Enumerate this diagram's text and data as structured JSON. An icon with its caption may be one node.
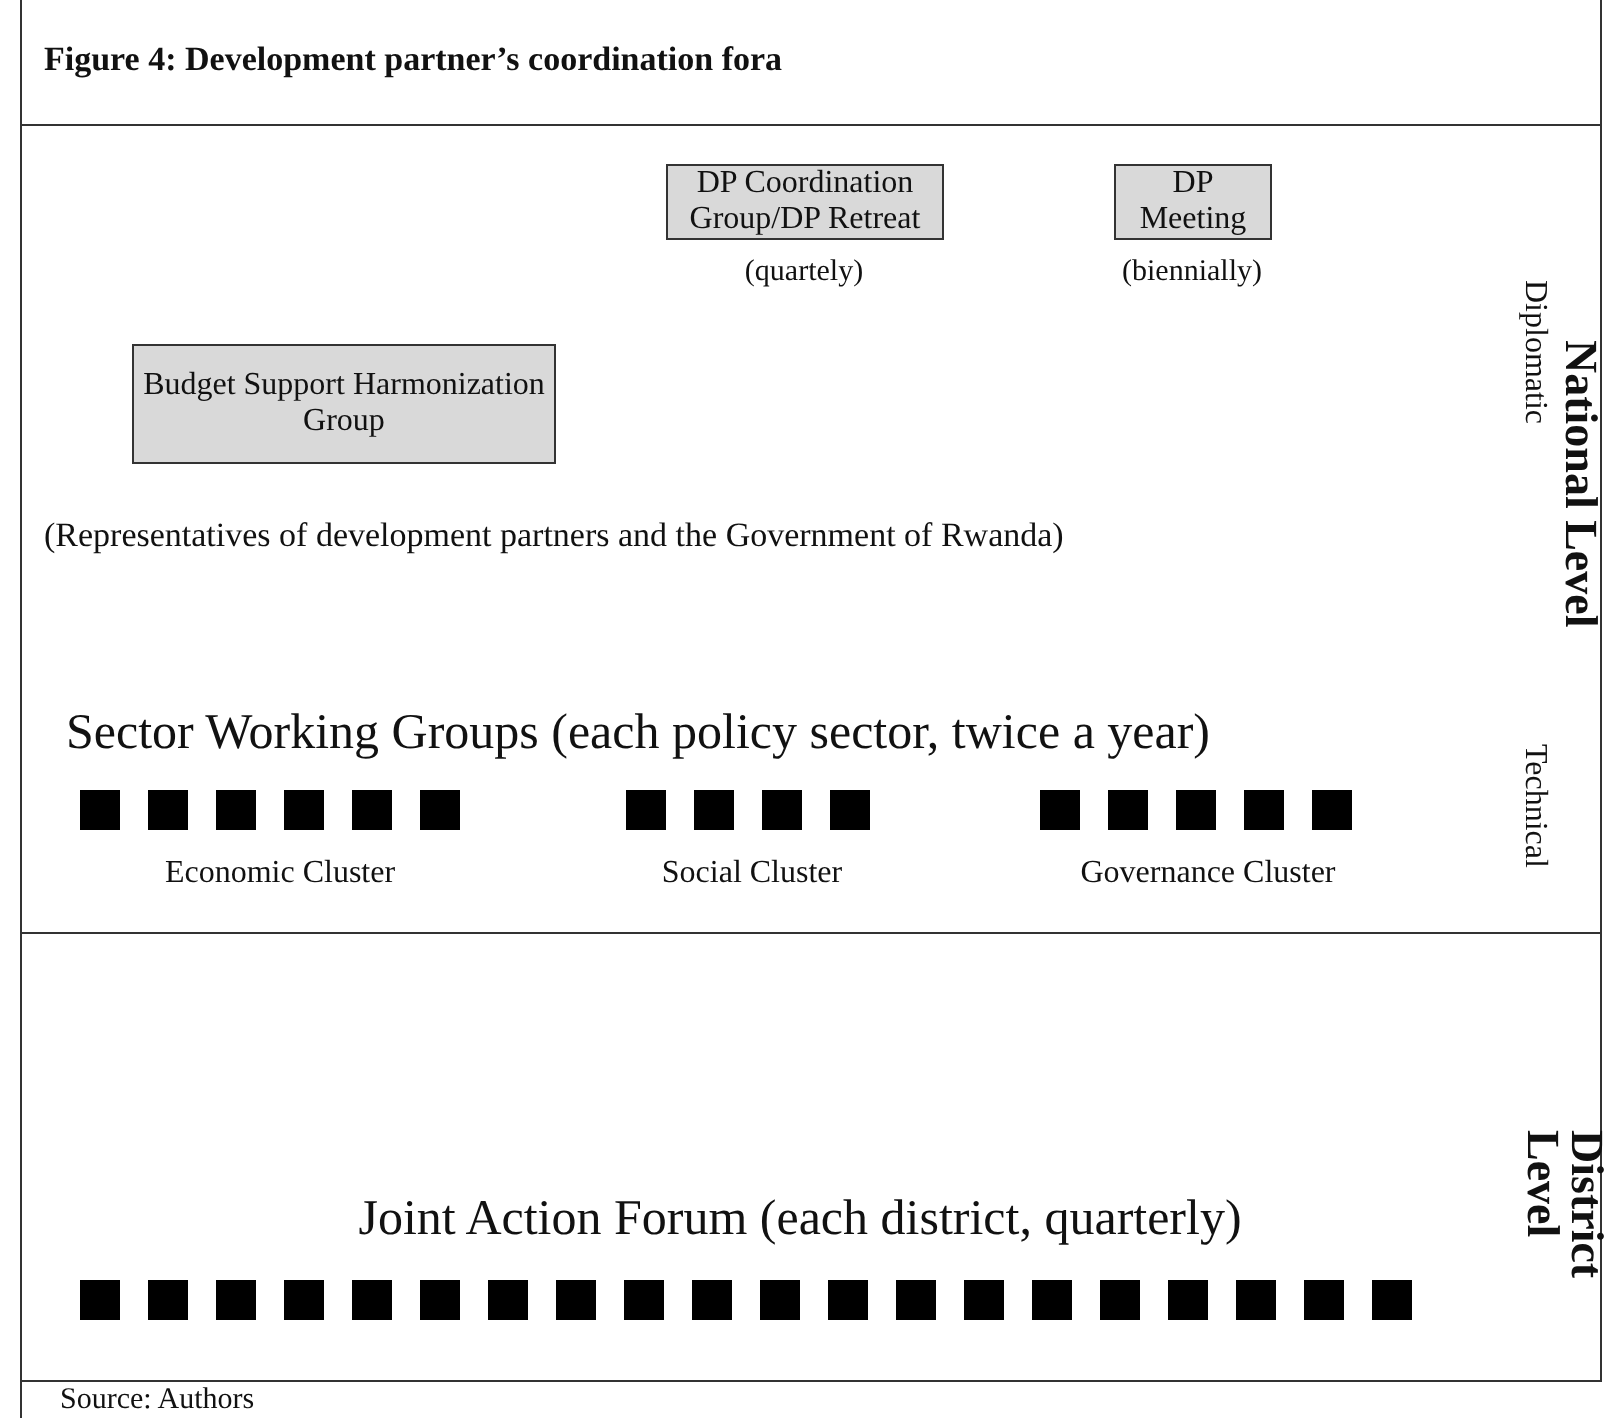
{
  "diagram": {
    "title": "Figure 4: Development partner’s coordination fora",
    "caption": "Source: Authors",
    "nodes": [
      {
        "text": [
          "Budget Support Harmonization Group"
        ]
      },
      {
        "text": [
          "DP Coordination Group/DP Retreat"
        ],
        "beside": [
          "(quartely)"
        ]
      },
      {
        "text": [
          "DP Meeting"
        ],
        "beside": [
          "(biennially)"
        ]
      }
    ],
    "labels": [
      "Diplomatic",
      "National Level",
      "(Representatives of development partners and the Government of Rwanda)",
      "Sector Working Groups (each policy sector, twice a year)",
      "Technical",
      "Economic Cluster",
      "Social Cluster",
      "Governance Cluster",
      "Joint Action Forum (each district, quarterly)",
      "District Level"
    ]
  }
}
